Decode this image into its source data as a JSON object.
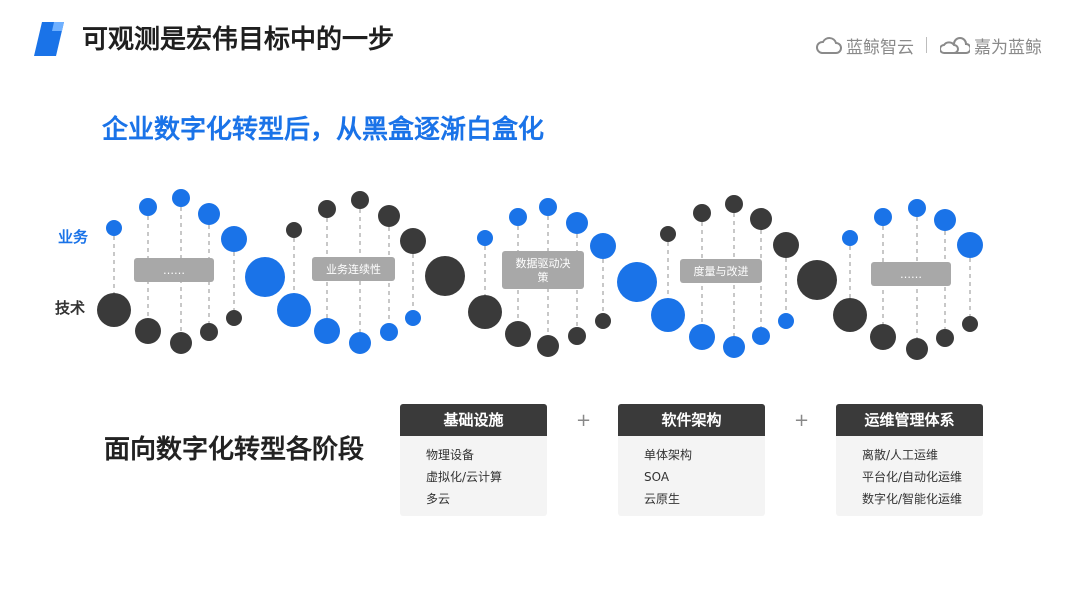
{
  "header": {
    "title": "可观测是宏伟目标中的一步",
    "brand_a": "蓝鲸智云",
    "brand_b": "嘉为蓝鲸"
  },
  "subtitle": "企业数字化转型后，从黑盒逐渐白盒化",
  "dna": {
    "row_labels": {
      "business": "业务",
      "technology": "技术"
    },
    "boxes": [
      "……",
      "业务连续性",
      "数据驱动决策",
      "度量与改进",
      "……"
    ]
  },
  "stages": {
    "label": "面向数字化转型各阶段",
    "plus": "+",
    "cards": [
      {
        "title": "基础设施",
        "items": [
          "物理设备",
          "虚拟化/云计算",
          "多云"
        ]
      },
      {
        "title": "软件架构",
        "items": [
          "单体架构",
          "SOA",
          "云原生"
        ]
      },
      {
        "title": "运维管理体系",
        "items": [
          "离散/人工运维",
          "平台化/自动化运维",
          "数字化/智能化运维"
        ]
      }
    ]
  },
  "colors": {
    "accent": "#1a73e8",
    "dark": "#3a3a3a",
    "box": "#a8a8a8"
  }
}
